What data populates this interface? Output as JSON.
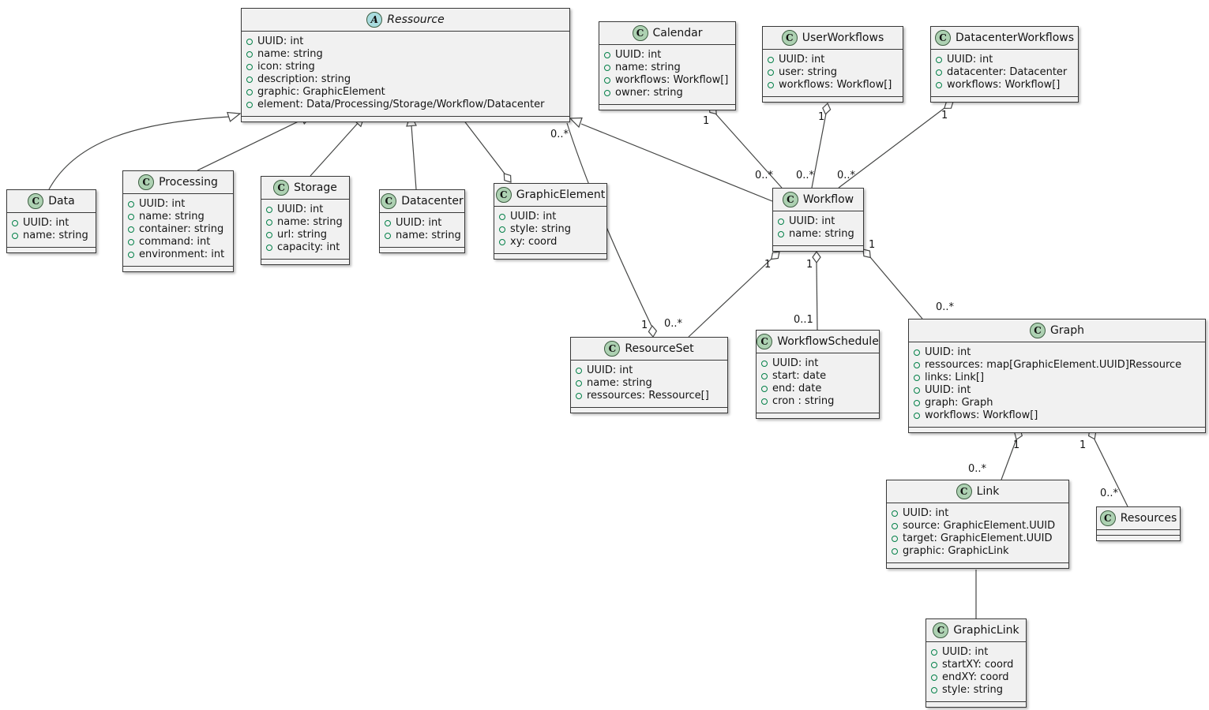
{
  "classes": {
    "ressource": {
      "name": "Ressource",
      "kind": "abstract class",
      "icon_letter": "A",
      "attrs": [
        "UUID: int",
        "name: string",
        "icon: string",
        "description: string",
        "graphic: GraphicElement",
        "element: Data/Processing/Storage/Workflow/Datacenter"
      ]
    },
    "calendar": {
      "name": "Calendar",
      "kind": "class",
      "icon_letter": "C",
      "attrs": [
        "UUID: int",
        "name: string",
        "workflows: Workflow[]",
        "owner: string"
      ]
    },
    "user_workflows": {
      "name": "UserWorkflows",
      "kind": "class",
      "icon_letter": "C",
      "attrs": [
        "UUID: int",
        "user: string",
        "workflows: Workflow[]"
      ]
    },
    "datacenter_workflows": {
      "name": "DatacenterWorkflows",
      "kind": "class",
      "icon_letter": "C",
      "attrs": [
        "UUID: int",
        "datacenter: Datacenter",
        "workflows: Workflow[]"
      ]
    },
    "data": {
      "name": "Data",
      "kind": "class",
      "icon_letter": "C",
      "attrs": [
        "UUID: int",
        "name: string"
      ]
    },
    "processing": {
      "name": "Processing",
      "kind": "class",
      "icon_letter": "C",
      "attrs": [
        "UUID: int",
        "name: string",
        "container: string",
        "command: int",
        "environment: int"
      ]
    },
    "storage": {
      "name": "Storage",
      "kind": "class",
      "icon_letter": "C",
      "attrs": [
        "UUID: int",
        "name: string",
        "url: string",
        "capacity: int"
      ]
    },
    "datacenter": {
      "name": "Datacenter",
      "kind": "class",
      "icon_letter": "C",
      "attrs": [
        "UUID: int",
        "name: string"
      ]
    },
    "graphic_element": {
      "name": "GraphicElement",
      "kind": "class",
      "icon_letter": "C",
      "attrs": [
        "UUID: int",
        "style: string",
        "xy: coord"
      ]
    },
    "workflow": {
      "name": "Workflow",
      "kind": "class",
      "icon_letter": "C",
      "attrs": [
        "UUID: int",
        "name: string"
      ]
    },
    "resource_set": {
      "name": "ResourceSet",
      "kind": "class",
      "icon_letter": "C",
      "attrs": [
        "UUID: int",
        "name: string",
        "ressources: Ressource[]"
      ]
    },
    "workflow_schedule": {
      "name": "WorkflowSchedule",
      "kind": "class",
      "icon_letter": "C",
      "attrs": [
        "UUID: int",
        "start: date",
        "end: date",
        "cron : string"
      ]
    },
    "graph": {
      "name": "Graph",
      "kind": "class",
      "icon_letter": "C",
      "attrs": [
        "UUID: int",
        "ressources: map[GraphicElement.UUID]Ressource",
        "links: Link[]",
        "UUID: int",
        "graph: Graph",
        "workflows: Workflow[]"
      ]
    },
    "link": {
      "name": "Link",
      "kind": "class",
      "icon_letter": "C",
      "attrs": [
        "UUID: int",
        "source: GraphicElement.UUID",
        "target: GraphicElement.UUID",
        "graphic: GraphicLink"
      ]
    },
    "resources": {
      "name": "Resources",
      "kind": "class",
      "icon_letter": "C",
      "attrs": []
    },
    "graphic_link": {
      "name": "GraphicLink",
      "kind": "class",
      "icon_letter": "C",
      "attrs": [
        "UUID: int",
        "startXY: coord",
        "endXY: coord",
        "style: string"
      ]
    }
  },
  "relations": {
    "data_extends_ressource": {
      "type": "inheritance",
      "from": "Data",
      "to": "Ressource"
    },
    "processing_extends_ressource": {
      "type": "inheritance",
      "from": "Processing",
      "to": "Ressource"
    },
    "storage_extends_ressource": {
      "type": "inheritance",
      "from": "Storage",
      "to": "Ressource"
    },
    "datacenter_extends_ressource": {
      "type": "inheritance",
      "from": "Datacenter",
      "to": "Ressource"
    },
    "workflow_extends_ressource": {
      "type": "inheritance",
      "from": "Workflow",
      "to": "Ressource"
    },
    "ressource_graphicelement": {
      "type": "aggregation",
      "from": "GraphicElement",
      "to": "Ressource"
    },
    "calendar_workflow": {
      "type": "aggregation",
      "from": "Calendar",
      "to": "Workflow",
      "from_mult": "1",
      "to_mult": "0..*"
    },
    "userworkflows_workflow": {
      "type": "aggregation",
      "from": "UserWorkflows",
      "to": "Workflow",
      "from_mult": "1",
      "to_mult": "0..*"
    },
    "datacenterworkflows_workflow": {
      "type": "aggregation",
      "from": "DatacenterWorkflows",
      "to": "Workflow",
      "from_mult": "1",
      "to_mult": "0..*"
    },
    "resourceset_ressource": {
      "type": "aggregation",
      "from": "ResourceSet",
      "to": "Ressource",
      "from_mult": "1",
      "to_mult": "0..*"
    },
    "workflow_resourceset": {
      "type": "aggregation",
      "from": "Workflow",
      "to": "ResourceSet",
      "from_mult": "1",
      "to_mult": "0..*"
    },
    "workflow_workflowschedule": {
      "type": "aggregation",
      "from": "Workflow",
      "to": "WorkflowSchedule",
      "from_mult": "1",
      "to_mult": "0..1"
    },
    "workflow_graph": {
      "type": "aggregation",
      "from": "Workflow",
      "to": "Graph",
      "from_mult": "1",
      "to_mult": "0..*"
    },
    "graph_link": {
      "type": "aggregation",
      "from": "Graph",
      "to": "Link",
      "from_mult": "1",
      "to_mult": "0..*"
    },
    "graph_resources": {
      "type": "aggregation",
      "from": "Graph",
      "to": "Resources",
      "from_mult": "1",
      "to_mult": "0..*"
    },
    "link_graphiclink": {
      "type": "association",
      "from": "Link",
      "to": "GraphicLink"
    }
  },
  "colors": {
    "box_fill": "#F1F1F1",
    "border": "#383838",
    "line": "#454645",
    "class_icon_fill": "#ADD1B2",
    "abstract_icon_fill": "#A9DCDF",
    "field_circle": "#038048"
  }
}
